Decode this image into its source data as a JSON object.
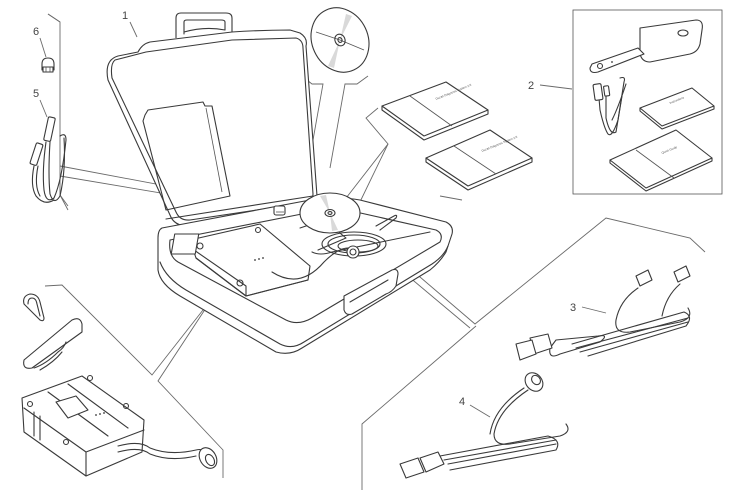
{
  "diagram": {
    "title": "Diagnostic kit exploded view",
    "callouts": [
      {
        "number": "1",
        "part": "carrying-case"
      },
      {
        "number": "2",
        "part": "handheld-remote-kit"
      },
      {
        "number": "3",
        "part": "y-split-cable"
      },
      {
        "number": "4",
        "part": "diagnostic-cable"
      },
      {
        "number": "5",
        "part": "usb-cable"
      },
      {
        "number": "6",
        "part": "connector-cap"
      }
    ],
    "manual_titles": {
      "manual_a": "Ducati Diagnosis System 2.0",
      "manual_b": "Ducati Diagnosis System 2.0",
      "remote_manual_a": "Instructions",
      "remote_manual_b": "Quick Guide"
    },
    "colors": {
      "line": "#3a3a3a",
      "leader": "#6a6a6a",
      "background": "#ffffff",
      "disc_shade": "#d9d9d9"
    }
  }
}
